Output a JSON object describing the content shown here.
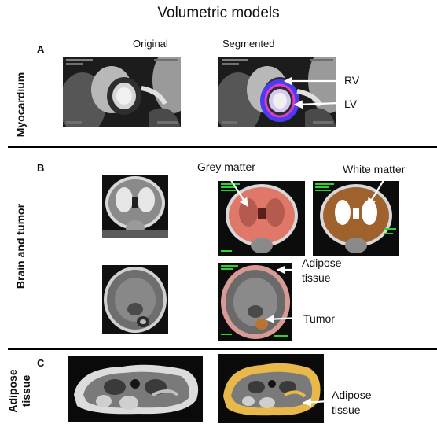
{
  "title": "Volumetric models",
  "columns": {
    "original": "Original",
    "segmented": "Segmented"
  },
  "panels": {
    "a": {
      "letter": "A",
      "row_label": "Myocardium",
      "labels": {
        "rv": "RV",
        "lv": "LV"
      }
    },
    "b": {
      "letter": "B",
      "row_label": "Brain and tumor",
      "labels": {
        "grey": "Grey matter",
        "white": "White matter",
        "adipose_1": "Adipose",
        "adipose_2": "tissue",
        "tumor": "Tumor"
      }
    },
    "c": {
      "letter": "C",
      "row_label_1": "Adipose",
      "row_label_2": "tissue",
      "labels": {
        "adipose_1": "Adipose",
        "adipose_2": "tissue"
      }
    }
  },
  "colors": {
    "grey_matter": "#e0786a",
    "white_matter": "#a0622c",
    "adipose_yellow": "#e8b84a",
    "segmentation_blue": "#4a3cf0",
    "segmentation_magenta": "#e03cc8"
  }
}
